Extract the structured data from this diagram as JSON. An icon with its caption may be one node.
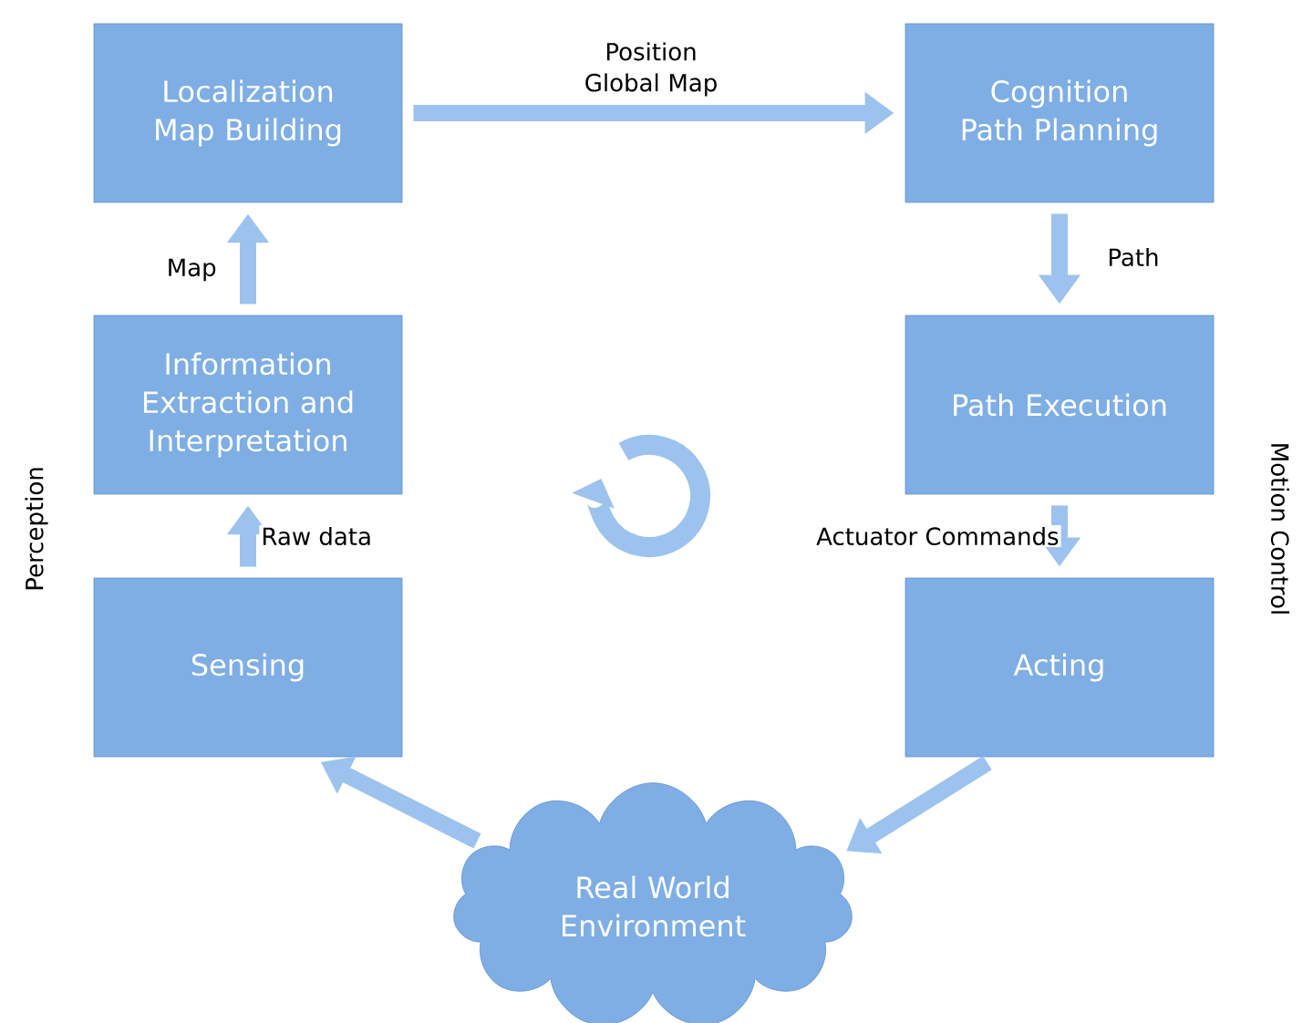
{
  "diagram": {
    "nodes": [
      {
        "text": [
          "Localization Map Building"
        ]
      },
      {
        "text": [
          "Cognition Path Planning"
        ]
      },
      {
        "text": [
          "Information Extraction and Interpretation"
        ]
      },
      {
        "text": [
          "Path Execution"
        ]
      },
      {
        "text": [
          "Sensing"
        ]
      },
      {
        "text": [
          "Acting"
        ]
      },
      {
        "text": [
          "Real World Environment"
        ]
      }
    ],
    "edges": [
      {
        "from": 0,
        "to": 1,
        "arrow": "to",
        "label": "Position Global Map"
      },
      {
        "from": 1,
        "to": 3,
        "arrow": "to",
        "label": "Path"
      },
      {
        "from": 3,
        "to": 5,
        "arrow": "to",
        "label": "Actuator Commands"
      },
      {
        "from": 5,
        "to": 6,
        "arrow": "to"
      },
      {
        "from": 6,
        "to": 4,
        "arrow": "to"
      },
      {
        "from": 4,
        "to": 2,
        "arrow": "to",
        "label": "Raw data"
      },
      {
        "from": 2,
        "to": 0,
        "arrow": "to",
        "label": "Map"
      }
    ],
    "labels": [
      "Perception",
      "Motion Control"
    ]
  }
}
